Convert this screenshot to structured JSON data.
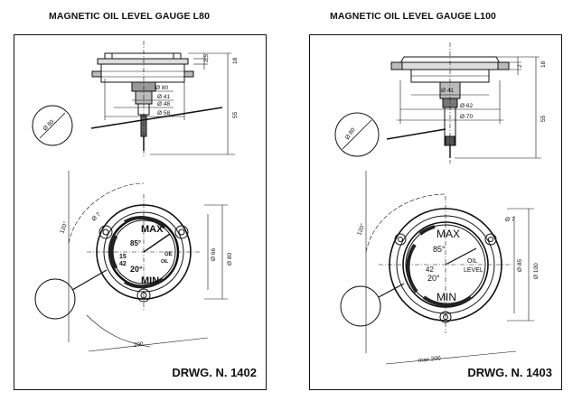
{
  "left": {
    "title": "MAGNETIC OIL LEVEL GAUGE L80",
    "drawing": "DRWG. N. 1402",
    "dims": {
      "d1": "2,5",
      "d2": "18",
      "d3": "55",
      "d4": "Ø 80",
      "d5": "Ø 41",
      "d6": "Ø 48",
      "d7": "Ø 58",
      "ball": "Ø 60",
      "angle": "120°",
      "pcd": "Ø 66",
      "outer": "Ø 80",
      "arm": "200",
      "hole": "Ø 7"
    },
    "dial": {
      "max": "MAX",
      "min": "MIN",
      "t1": "85°",
      "t2": "20°",
      "t3": "42",
      "t4": "15",
      "brand": "GE",
      "sub": "OIL"
    }
  },
  "right": {
    "title": "MAGNETIC OIL LEVEL GAUGE L100",
    "drawing": "DRWG. N. 1403",
    "dims": {
      "d1": "2",
      "d2": "18",
      "d3": "55",
      "d4": "Ø 41",
      "d5": "Ø 62",
      "d6": "Ø 70",
      "ball": "Ø 80",
      "angle": "120°",
      "pcd": "Ø 85",
      "outer": "Ø 100",
      "arm": "max 200",
      "hole": "Ø 7"
    },
    "dial": {
      "max": "MAX",
      "min": "MIN",
      "t1": "85°",
      "t2": "42",
      "t3": "20°",
      "oil": "OIL",
      "level": "LEVEL"
    }
  }
}
